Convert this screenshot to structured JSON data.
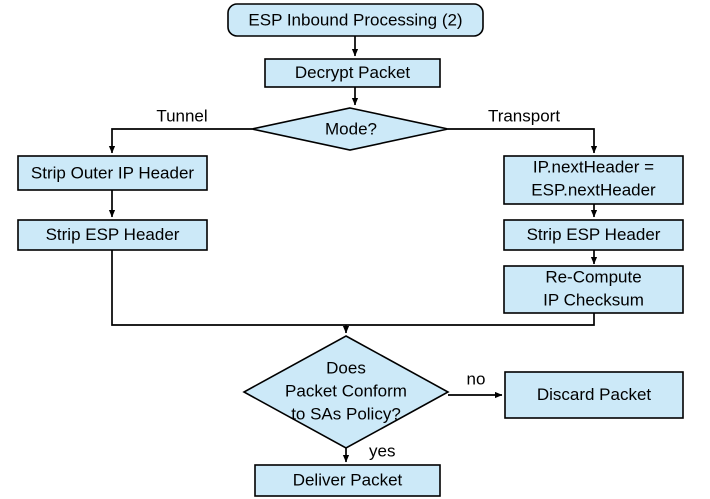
{
  "diagram": {
    "title": "ESP Inbound Processing (2)",
    "fill_color": "#cce9f8",
    "stroke_color": "#000000",
    "background_color": "#ffffff",
    "nodes": {
      "start": {
        "label": "ESP Inbound Processing (2)",
        "shape": "terminator"
      },
      "decrypt": {
        "label": "Decrypt Packet",
        "shape": "process"
      },
      "mode": {
        "label": "Mode?",
        "shape": "decision"
      },
      "strip_outer_ip": {
        "label": "Strip Outer IP Header",
        "shape": "process"
      },
      "strip_esp_left": {
        "label": "Strip ESP Header",
        "shape": "process"
      },
      "next_header_line1": "IP.nextHeader =",
      "next_header_line2": "ESP.nextHeader",
      "strip_esp_right": {
        "label": "Strip ESP Header",
        "shape": "process"
      },
      "recompute_line1": "Re-Compute",
      "recompute_line2": "IP Checksum",
      "conform_line1": "Does",
      "conform_line2": "Packet Conform",
      "conform_line3": "to SAs Policy?",
      "discard": {
        "label": "Discard Packet",
        "shape": "process"
      },
      "deliver": {
        "label": "Deliver Packet",
        "shape": "process"
      }
    },
    "edge_labels": {
      "tunnel": "Tunnel",
      "transport": "Transport",
      "no": "no",
      "yes": "yes"
    }
  }
}
